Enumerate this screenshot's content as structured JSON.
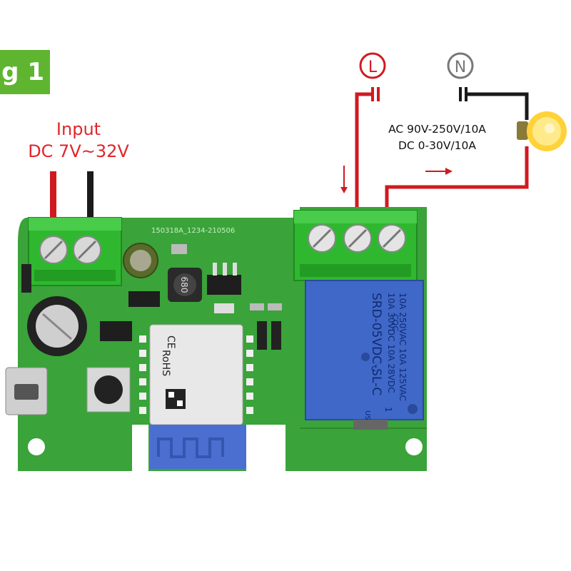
{
  "tag": {
    "label": "g 1"
  },
  "input": {
    "line1": "Input",
    "line2": "DC 7V~32V"
  },
  "terminals": {
    "live": "L",
    "neutral": "N"
  },
  "specs": {
    "line1": "AC 90V-250V/10A",
    "line2": "DC 0-30V/10A"
  },
  "pcb": {
    "silkscreen": "150318A_1234-210506"
  },
  "module": {
    "rohs": "RoHS",
    "ce": "CE"
  },
  "relay": {
    "line1": "10A 250VAC  10A 125VAC",
    "line2": "10A 30VDC   10A 28VDC",
    "line3": "SRD-05VDC-SL-C",
    "cqc": "CQC",
    "ul_c": "c",
    "ul_us": "US",
    "pin": "1"
  },
  "inductor": {
    "code": "680"
  },
  "colors": {
    "pcb": "#3aa33a",
    "terminal": "#2fb82f",
    "relay": "#3f68c8",
    "wire_red": "#d01a20",
    "wire_black": "#1a1a1a",
    "tag": "#5fb52f"
  }
}
